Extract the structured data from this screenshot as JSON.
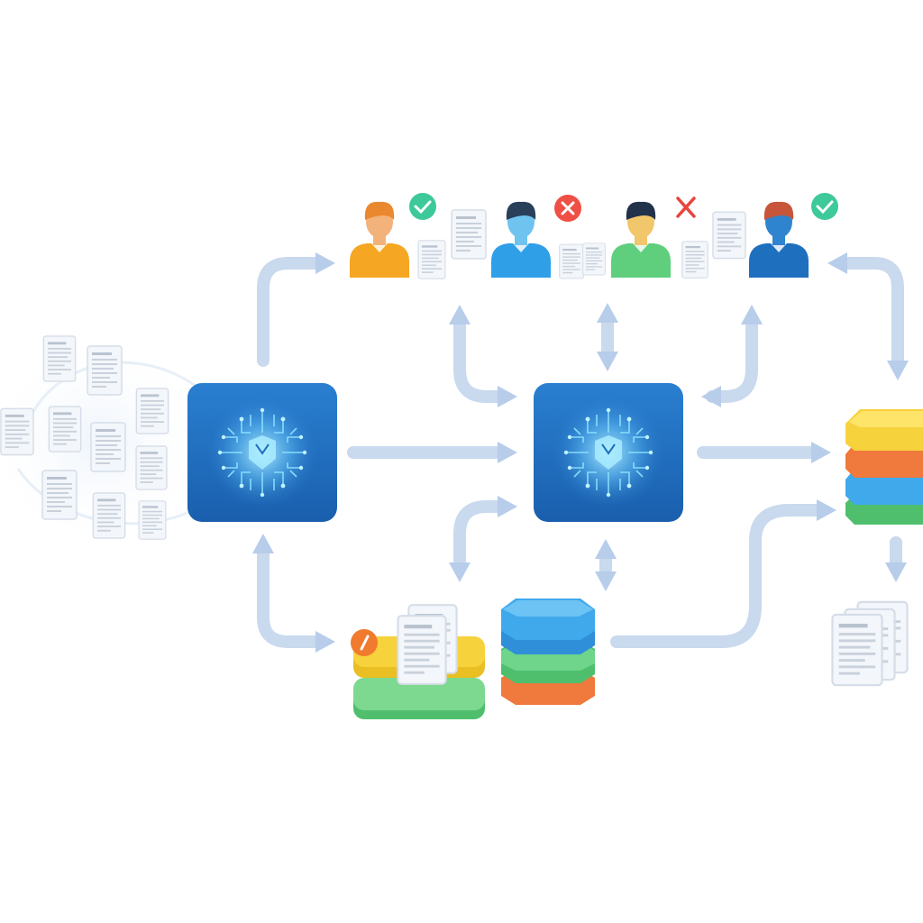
{
  "colors": {
    "background": "#ffffff",
    "arrow": "#c9d9ee",
    "processor": "#1f6fbf",
    "processor_glow": "#9fe0ff",
    "approve": "#3ec99a",
    "reject": "#ef4f45",
    "pending": "#f07a2e",
    "stack_yellow": "#f6d23c",
    "stack_orange": "#f0793e",
    "stack_blue": "#3fa9ec",
    "stack_green": "#5fcf7e",
    "document": "#eef2f8"
  },
  "icons": [
    "document-cloud-icon",
    "ai-processor-icon",
    "reviewer-avatar-icon",
    "approve-check-icon",
    "reject-x-icon",
    "database-stack-icon",
    "pending-badge-icon",
    "document-icon",
    "bidirectional-arrow-icon"
  ],
  "reviewers": [
    {
      "shirt": "#f5a623",
      "skin": "#f3b27a",
      "hair": "#e9882f",
      "status": "approve"
    },
    {
      "shirt": "#2f9fe8",
      "skin": "#6fc3ef",
      "hair": "#2a3f5a",
      "status": "reject"
    },
    {
      "shirt": "#5fcf7e",
      "skin": "#f2c66a",
      "hair": "#22324a",
      "status": "reject-outline"
    },
    {
      "shirt": "#1f6fbf",
      "skin": "#2f84cf",
      "hair": "#c6553a",
      "status": "approve"
    }
  ]
}
